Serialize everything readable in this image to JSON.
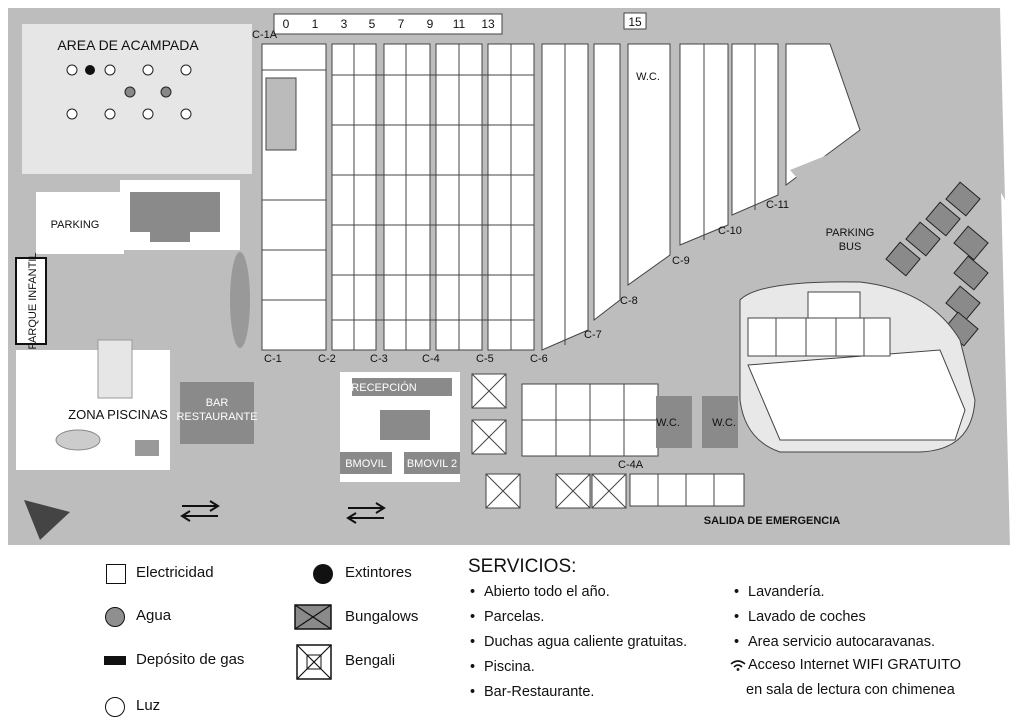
{
  "map": {
    "top_plots": [
      "0",
      "1",
      "3",
      "5",
      "7",
      "9",
      "11",
      "13"
    ],
    "top_plot_15": "15",
    "row_labels": {
      "c1a": "C-1A",
      "c1": "C-1",
      "c2": "C-2",
      "c3": "C-3",
      "c4": "C-4",
      "c5": "C-5",
      "c6": "C-6",
      "c7": "C-7",
      "c8": "C-8",
      "c9": "C-9",
      "c10": "C-10",
      "c11": "C-11",
      "c4a": "C-4A"
    },
    "area_acampada": "AREA DE ACAMPADA",
    "parking": "PARKING",
    "parque_infantil": "PARQUE INFANTIL",
    "zona_piscinas": "ZONA PISCINAS",
    "bar_restaurante_1": "BAR",
    "bar_restaurante_2": "RESTAURANTE",
    "recepcion": "RECEPCIÓN",
    "bmovil": "BMOVIL",
    "bmovil2": "BMOVIL 2",
    "wc": "W.C.",
    "parking_bus_1": "PARKING",
    "parking_bus_2": "BUS",
    "salida_emergencia": "SALIDA DE EMERGENCIA"
  },
  "legend": {
    "electricidad": "Electricidad",
    "agua": "Agua",
    "deposito_gas": "Depósito de gas",
    "luz": "Luz",
    "extintores": "Extintores",
    "bungalows": "Bungalows",
    "bengali": "Bengali"
  },
  "services": {
    "title": "SERVICIOS:",
    "left": [
      "Abierto todo el año.",
      "Parcelas.",
      "Duchas agua caliente gratuitas.",
      "Piscina.",
      "Bar-Restaurante."
    ],
    "right": [
      "Lavandería.",
      "Lavado de coches",
      "Area servicio autocaravanas."
    ],
    "wifi_line1": "Acceso Internet WIFI GRATUITO",
    "wifi_line2": "en sala de lectura con chimenea"
  },
  "colors": {
    "road": "#bdbdbd",
    "grass": "#e8e8e8",
    "building": "#8a8a8a",
    "dark": "#222222",
    "water": "#8f8f8f"
  }
}
